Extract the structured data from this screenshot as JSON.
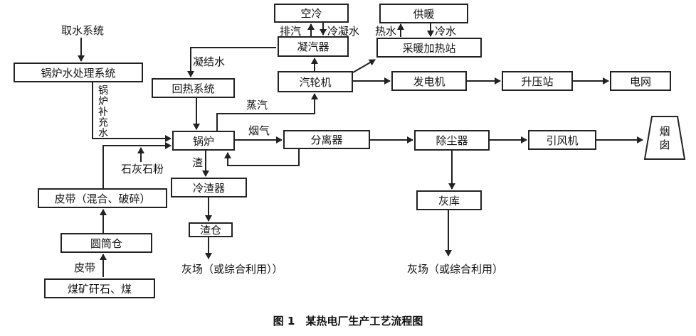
{
  "boxes": {
    "boiler_water_treatment": "锅炉水处理系统",
    "reheat_system": "回热系统",
    "boiler": "锅炉",
    "slag_cooler": "冷渣器",
    "slag_silo": "渣仓",
    "belt_mix_crush": "皮带（混合、破碎）",
    "cylinder_silo": "圆筒仓",
    "coal_gangue": "煤矿矸石、煤",
    "air_cooling": "空冷",
    "condenser": "凝汽器",
    "turbine": "汽轮机",
    "generator": "发电机",
    "booster_station": "升压站",
    "grid": "电网",
    "heating_supply": "供暖",
    "heating_station": "采暖加热站",
    "separator": "分离器",
    "dust_collector": "除尘器",
    "induced_fan": "引风机",
    "ash_storage": "灰库",
    "chimney": "烟囱"
  },
  "labels": {
    "water_intake": "取水系统",
    "boiler_makeup_water": "锅炉补充水",
    "condensate_water": "凝结水",
    "steam": "蒸汽",
    "exhaust_steam": "排汽",
    "cold_condensate": "冷凝水",
    "hot_water": "热水",
    "cold_water": "冷水",
    "flue_gas": "烟气",
    "slag": "渣",
    "limestone_powder": "石灰石粉",
    "belt": "皮带",
    "ash_yard_left": "灰场（或综合利用））",
    "ash_yard_right": "灰场（或综合利用）"
  },
  "caption": "图 1　某热电厂生产工艺流程图"
}
